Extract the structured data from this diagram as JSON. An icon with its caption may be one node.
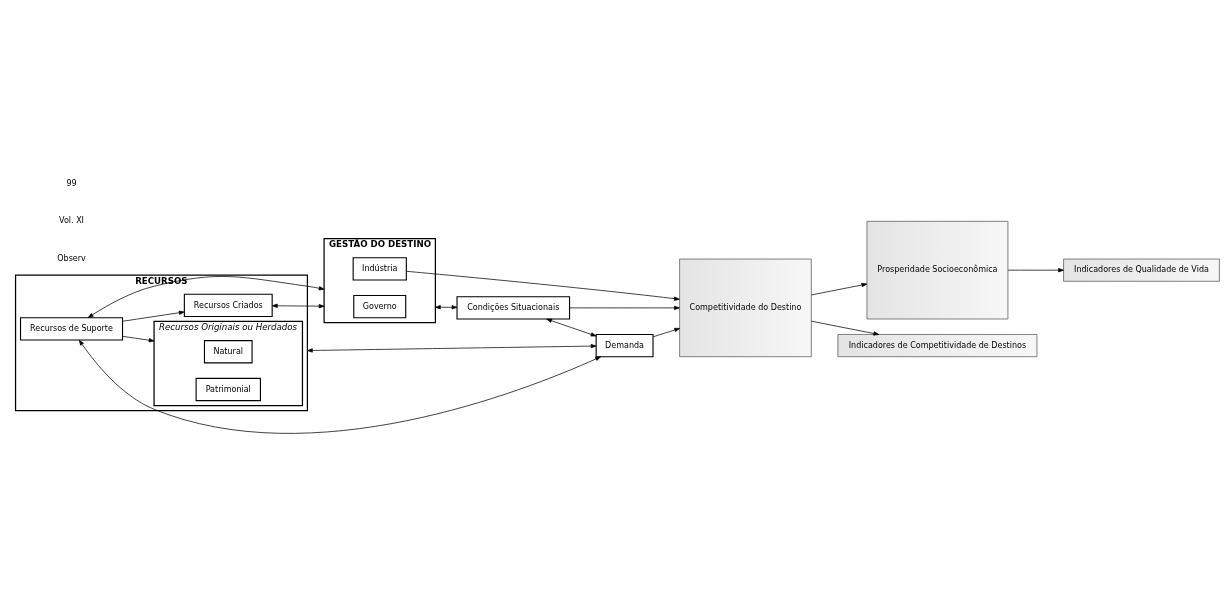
{
  "diagram": {
    "nodes": [
      {
        "text": [
          "RECURSOS"
        ]
      },
      {
        "text": [
          "Recursos Originais ou Herdados"
        ],
        "in": 0
      },
      {
        "text": [
          "Natural"
        ],
        "in": 1
      },
      {
        "text": [
          "Patrimonial"
        ],
        "in": 1
      },
      {
        "text": [
          "Recursos Criados"
        ],
        "in": 0
      },
      {
        "text": [
          "Recursos de Suporte"
        ],
        "in": 0
      },
      {
        "text": [
          "GESTÃO DO DESTINO"
        ]
      },
      {
        "text": [
          "Governo"
        ],
        "in": 6
      },
      {
        "text": [
          "Indústria"
        ],
        "in": 6
      },
      {
        "text": [
          "Condições Situacionais"
        ]
      },
      {
        "text": [
          "Demanda"
        ]
      },
      {
        "text": [
          "Competitividade do Destino"
        ]
      },
      {
        "text": [
          "Prosperidade Socioeconômica"
        ]
      },
      {
        "text": [
          "Indicadores de Competitividade de Destinos"
        ]
      },
      {
        "text": [
          "Indicadores de Qualidade de Vida"
        ]
      }
    ],
    "edges": [
      {
        "from": 4,
        "to": 6,
        "arrow": "both"
      },
      {
        "from": 5,
        "to": 6,
        "arrow": "both"
      },
      {
        "from": 5,
        "to": 4,
        "arrow": "to"
      },
      {
        "from": 5,
        "to": 1,
        "arrow": "to"
      },
      {
        "from": 0,
        "to": 10,
        "arrow": "both"
      },
      {
        "from": 5,
        "to": 10,
        "arrow": "both"
      },
      {
        "from": 6,
        "to": 9,
        "arrow": "both"
      },
      {
        "from": 9,
        "to": 10,
        "arrow": "both"
      },
      {
        "from": 8,
        "to": 11,
        "arrow": "to"
      },
      {
        "from": 9,
        "to": 11,
        "arrow": "to"
      },
      {
        "from": 10,
        "to": 11,
        "arrow": "to"
      },
      {
        "from": 11,
        "to": 12,
        "arrow": "to"
      },
      {
        "from": 11,
        "to": 13,
        "arrow": "to"
      },
      {
        "from": 12,
        "to": 14,
        "arrow": "to"
      }
    ],
    "labels": [
      "Observ",
      "Vol. XI",
      "99"
    ]
  }
}
